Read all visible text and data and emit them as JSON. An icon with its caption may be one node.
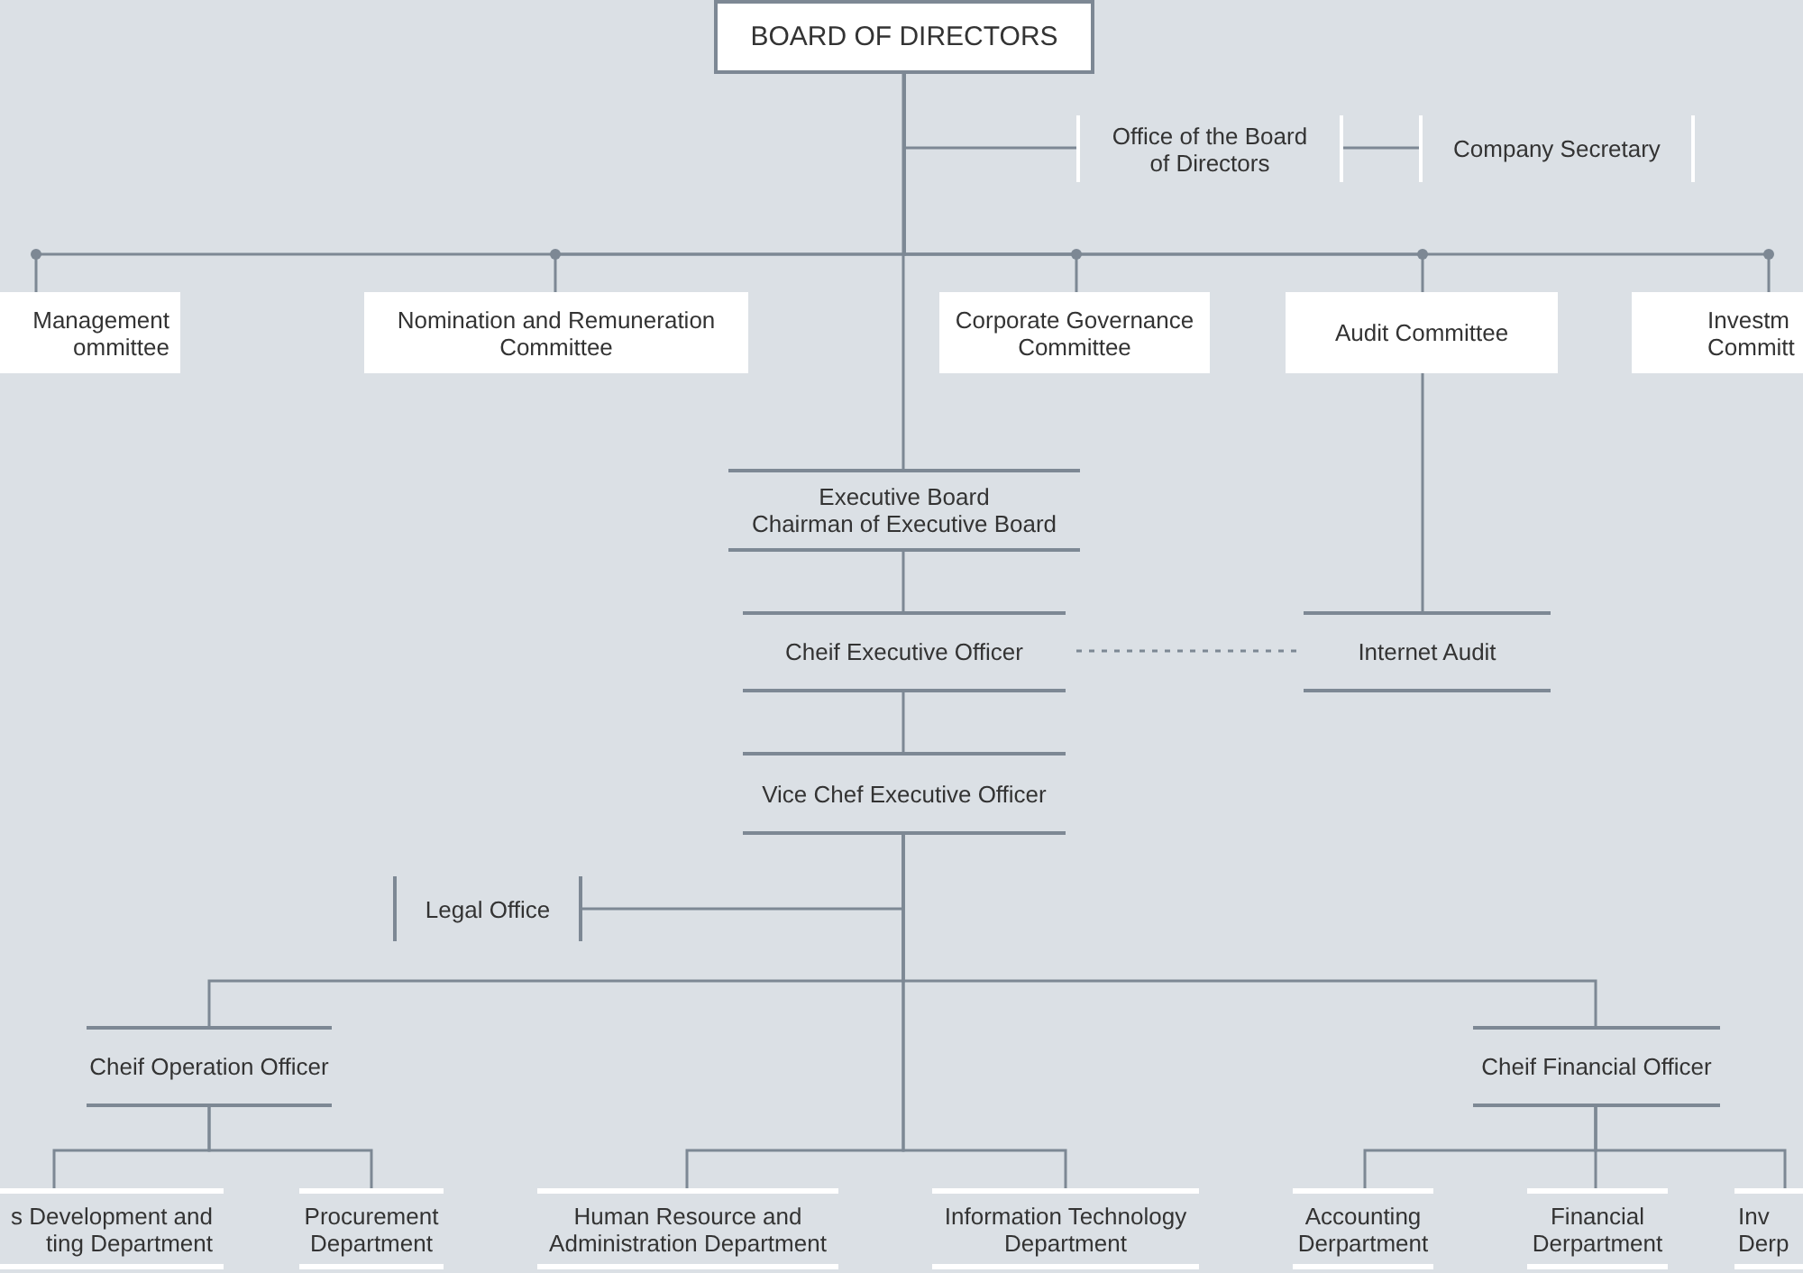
{
  "diagram": {
    "nodes": [
      {
        "text": [
          "BOARD OF DIRECTORS"
        ]
      },
      {
        "text": [
          "Office of the Board of Directors"
        ]
      },
      {
        "text": [
          "Company Secretary"
        ]
      },
      {
        "text": [
          "Management ommittee"
        ]
      },
      {
        "text": [
          "Nomination and Remuneration Committee"
        ]
      },
      {
        "text": [
          "Corporate Governance Committee"
        ]
      },
      {
        "text": [
          "Audit Committee"
        ]
      },
      {
        "text": [
          "Investm Committ"
        ]
      },
      {
        "text": [
          "Executive Board",
          "Chairman of Executive Board"
        ]
      },
      {
        "text": [
          "Cheif Executive Officer"
        ]
      },
      {
        "text": [
          "Internet Audit"
        ]
      },
      {
        "text": [
          "Vice Chef Executive Officer"
        ]
      },
      {
        "text": [
          "Legal Office"
        ]
      },
      {
        "text": [
          "Cheif Operation Officer"
        ]
      },
      {
        "text": [
          "Cheif Financial Officer"
        ]
      },
      {
        "text": [
          "s Development and ting Department"
        ]
      },
      {
        "text": [
          "Procurement Department"
        ]
      },
      {
        "text": [
          "Human Resource and Administration Department"
        ]
      },
      {
        "text": [
          "Information Technology Department"
        ]
      },
      {
        "text": [
          "Accounting Derpartment"
        ]
      },
      {
        "text": [
          "Financial Derpartment"
        ]
      },
      {
        "text": [
          "Inv Derp"
        ]
      }
    ],
    "edges": [
      {
        "from": 0,
        "to": 1,
        "arrow": "none"
      },
      {
        "from": 1,
        "to": 2,
        "arrow": "none"
      },
      {
        "from": 0,
        "to": 3,
        "arrow": "none"
      },
      {
        "from": 0,
        "to": 4,
        "arrow": "none"
      },
      {
        "from": 0,
        "to": 5,
        "arrow": "none"
      },
      {
        "from": 0,
        "to": 6,
        "arrow": "none"
      },
      {
        "from": 0,
        "to": 7,
        "arrow": "none"
      },
      {
        "from": 0,
        "to": 8,
        "arrow": "none"
      },
      {
        "from": 8,
        "to": 9,
        "arrow": "none"
      },
      {
        "from": 6,
        "to": 10,
        "arrow": "none"
      },
      {
        "from": 9,
        "to": 10,
        "arrow": "none",
        "style": "dashed"
      },
      {
        "from": 9,
        "to": 11,
        "arrow": "none"
      },
      {
        "from": 11,
        "to": 12,
        "arrow": "none"
      },
      {
        "from": 11,
        "to": 13,
        "arrow": "none"
      },
      {
        "from": 11,
        "to": 14,
        "arrow": "none"
      },
      {
        "from": 11,
        "to": 17,
        "arrow": "none"
      },
      {
        "from": 11,
        "to": 18,
        "arrow": "none"
      },
      {
        "from": 13,
        "to": 15,
        "arrow": "none"
      },
      {
        "from": 13,
        "to": 16,
        "arrow": "none"
      },
      {
        "from": 14,
        "to": 19,
        "arrow": "none"
      },
      {
        "from": 14,
        "to": 20,
        "arrow": "none"
      },
      {
        "from": 14,
        "to": 21,
        "arrow": "none"
      }
    ]
  }
}
